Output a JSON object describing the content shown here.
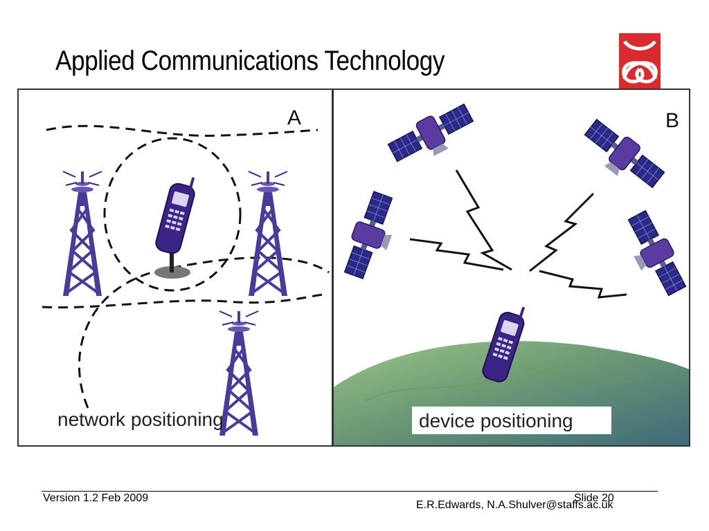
{
  "slide": {
    "title": "Applied Communications Technology"
  },
  "logo": {
    "icon": "staffordshire-knot-icon",
    "background_color": "#d92a2e",
    "foreground_color": "#ffffff"
  },
  "figure": {
    "panel_a": {
      "letter": "A",
      "caption": "network positioning"
    },
    "panel_b": {
      "letter": "B",
      "caption": "device positioning"
    },
    "colors": {
      "device_purple": "#3b2485",
      "tower_purple": "#5a3ca0",
      "panel_blue": "#2a2a8a"
    }
  },
  "footer": {
    "version": "Version 1.2  Feb 2009",
    "slide_number": "Slide 20",
    "author": "E.R.Edwards, N.A.Shulver@staffs.ac.uk"
  }
}
